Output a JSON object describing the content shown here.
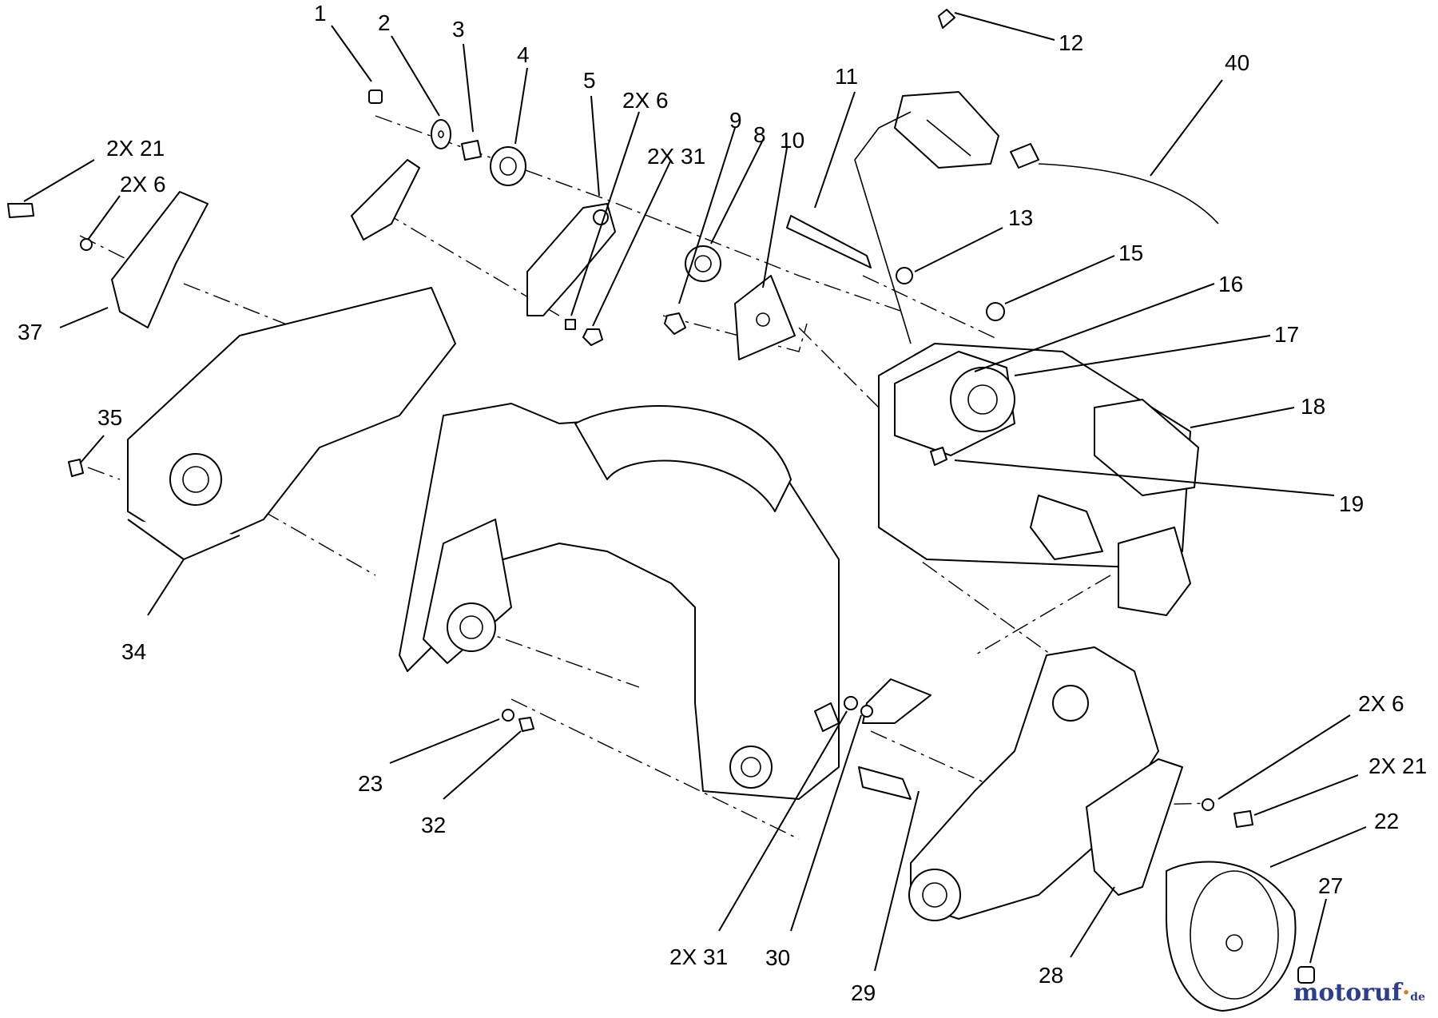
{
  "watermark": {
    "brand_main": "motoruf",
    "brand_accent": "·",
    "brand_tld": "de"
  },
  "callouts": [
    {
      "id": "c1",
      "text": "1"
    },
    {
      "id": "c2",
      "text": "2"
    },
    {
      "id": "c3",
      "text": "3"
    },
    {
      "id": "c4",
      "text": "4"
    },
    {
      "id": "c5",
      "text": "5"
    },
    {
      "id": "c6a",
      "text": "2X 6"
    },
    {
      "id": "c31a",
      "text": "2X 31"
    },
    {
      "id": "c9",
      "text": "9"
    },
    {
      "id": "c8",
      "text": "8"
    },
    {
      "id": "c10",
      "text": "10"
    },
    {
      "id": "c11",
      "text": "11"
    },
    {
      "id": "c12",
      "text": "12"
    },
    {
      "id": "c40",
      "text": "40"
    },
    {
      "id": "c21a",
      "text": "2X 21"
    },
    {
      "id": "c6b",
      "text": "2X 6"
    },
    {
      "id": "c37",
      "text": "37"
    },
    {
      "id": "c13",
      "text": "13"
    },
    {
      "id": "c15",
      "text": "15"
    },
    {
      "id": "c16",
      "text": "16"
    },
    {
      "id": "c17",
      "text": "17"
    },
    {
      "id": "c18",
      "text": "18"
    },
    {
      "id": "c19",
      "text": "19"
    },
    {
      "id": "c35",
      "text": "35"
    },
    {
      "id": "c34",
      "text": "34"
    },
    {
      "id": "c23",
      "text": "23"
    },
    {
      "id": "c32",
      "text": "32"
    },
    {
      "id": "c31b",
      "text": "2X 31"
    },
    {
      "id": "c30",
      "text": "30"
    },
    {
      "id": "c29",
      "text": "29"
    },
    {
      "id": "c28",
      "text": "28"
    },
    {
      "id": "c27",
      "text": "27"
    },
    {
      "id": "c22",
      "text": "22"
    },
    {
      "id": "c6c",
      "text": "2X 6"
    },
    {
      "id": "c21b",
      "text": "2X 21"
    }
  ]
}
